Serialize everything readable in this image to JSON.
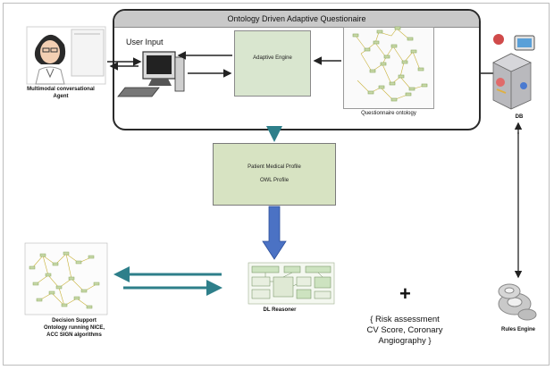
{
  "title": "Ontology Driven Adaptive Questionaire",
  "labels": {
    "user_input": "User Input",
    "adaptive_engine": "Adaptive Engine",
    "questionnaire_ontology": "Questionnaire ontology",
    "agent_line1": "Multimodal conversational",
    "agent_line2": "Agent",
    "db": "DB",
    "profile_line1": "Patient Medical Profile",
    "profile_line2": "OWL Profile",
    "dl_reasoner": "DL Reasoner",
    "decision_line1": "Decision Support",
    "decision_line2": "Ontology running NICE,",
    "decision_line3": "ACC SIGN algorithms",
    "plus": "+",
    "risk_line1": "{   Risk assessment",
    "risk_line2": "CV Score, Coronary",
    "risk_line3": "Angiography }",
    "rules_engine": "Rules Engine"
  },
  "colors": {
    "engine_fill": "#d9e6cf",
    "profile_fill": "#d7e3c2",
    "arrow_teal": "#2e7f8a",
    "arrow_blue": "#4b72c4",
    "title_bar": "#c9c9c9"
  },
  "icons": [
    "doctor-avatar-icon",
    "computer-icon",
    "database-icon",
    "rules-engine-icon",
    "ontology-graph-icon",
    "reasoner-diagram-icon"
  ]
}
